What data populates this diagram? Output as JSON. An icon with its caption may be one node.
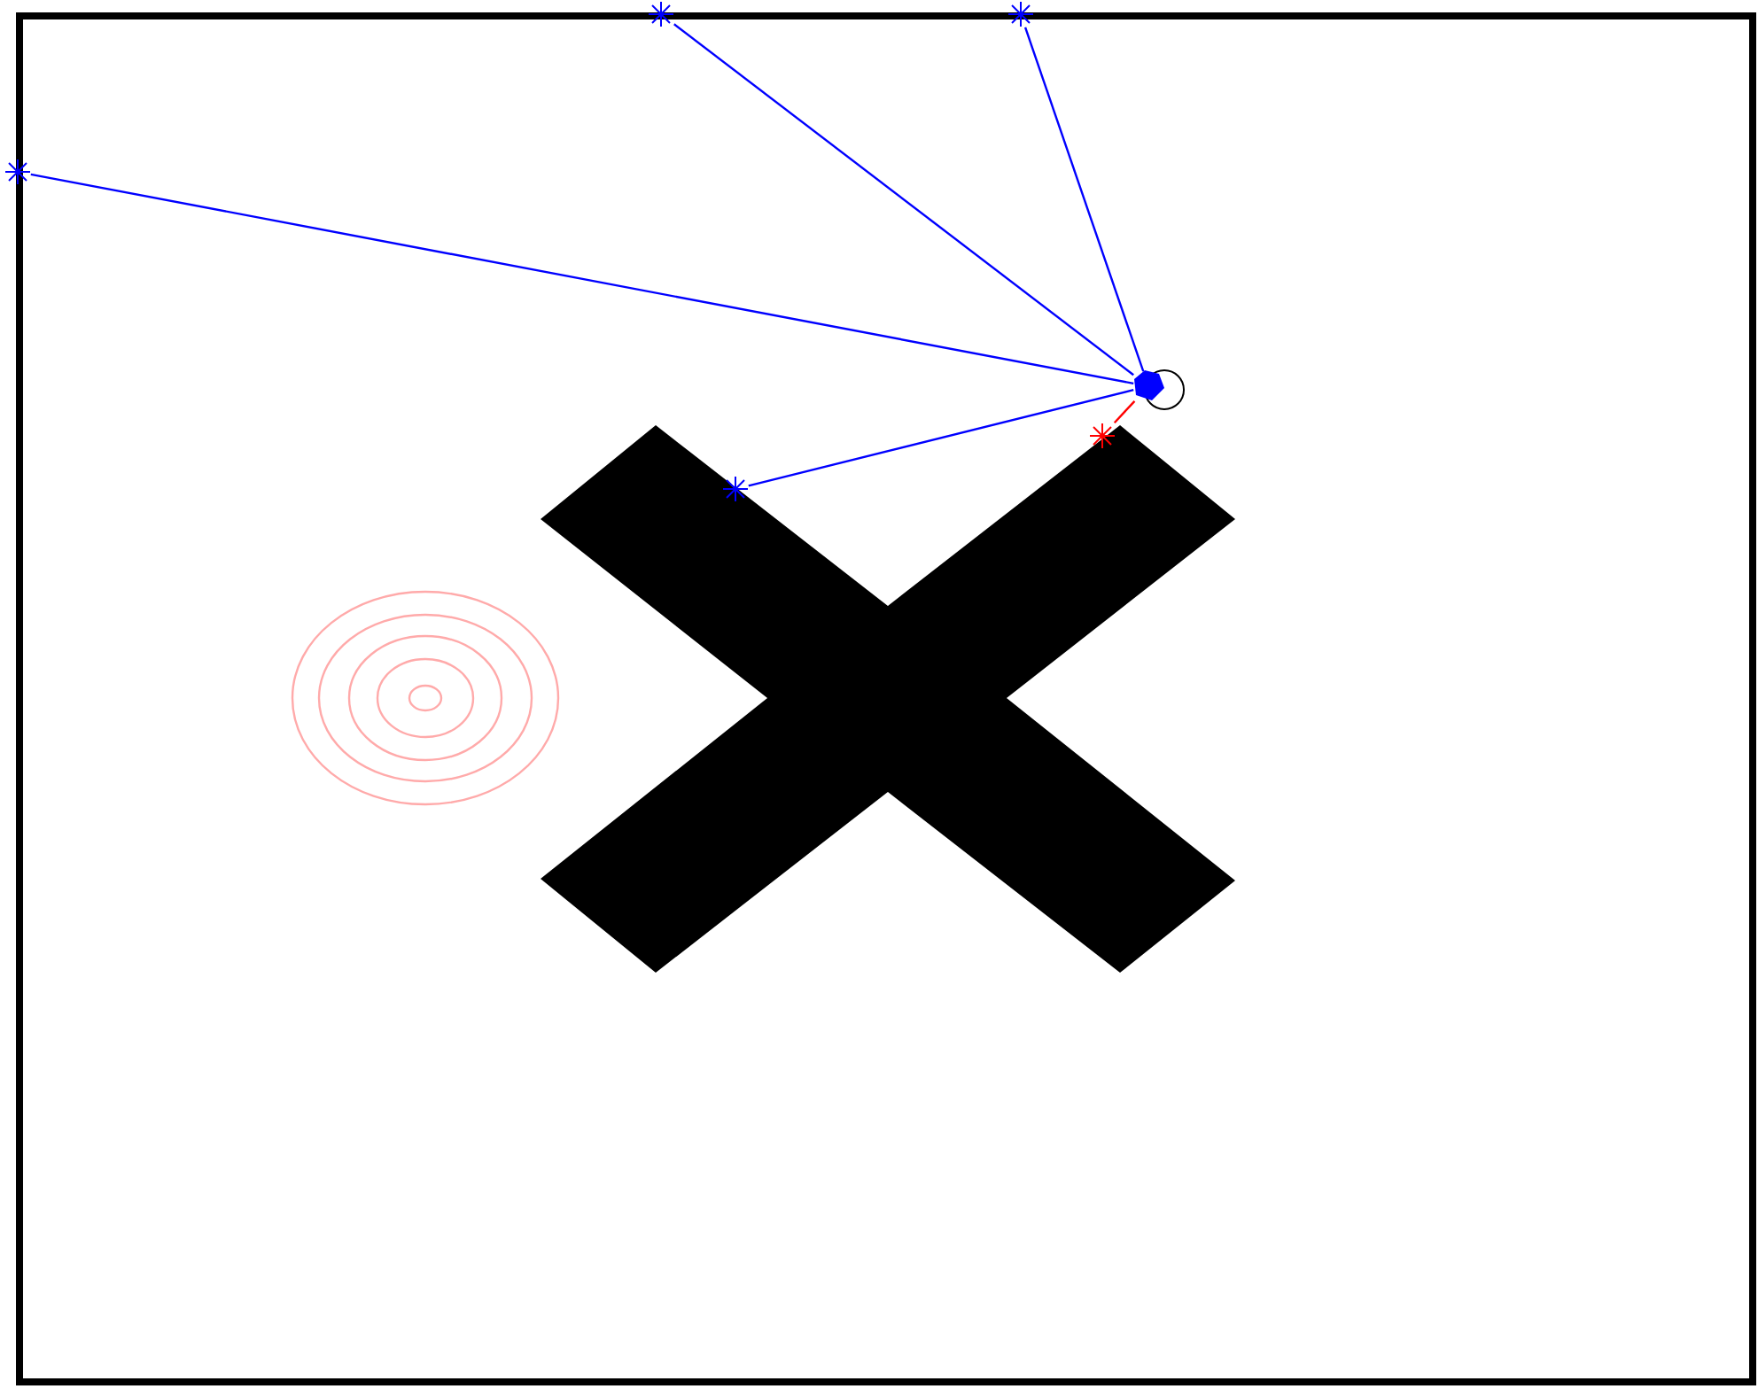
{
  "diagram": {
    "nodes": [
      {
        "text": [],
        "shape": "star"
      },
      {
        "text": [],
        "shape": "star"
      },
      {
        "text": [],
        "shape": "star"
      },
      {
        "text": [],
        "shape": "circle"
      },
      {
        "text": [],
        "shape": "star"
      },
      {
        "text": [],
        "shape": "star"
      }
    ],
    "edges": [
      {
        "from": 3,
        "to": 0,
        "arrow": "none"
      },
      {
        "from": 3,
        "to": 1,
        "arrow": "none"
      },
      {
        "from": 3,
        "to": 2,
        "arrow": "none"
      },
      {
        "from": 3,
        "to": 4,
        "arrow": "none",
        "color": "#ff0000"
      },
      {
        "from": 3,
        "to": 5,
        "arrow": "none"
      }
    ]
  }
}
